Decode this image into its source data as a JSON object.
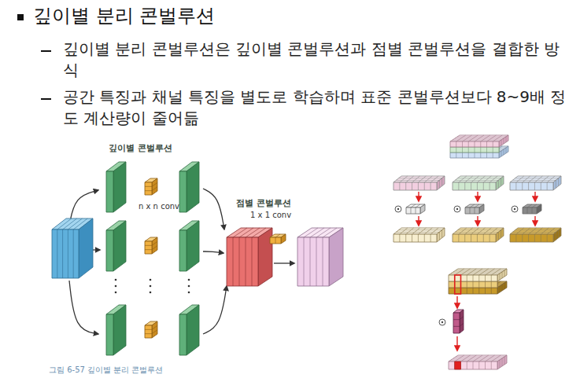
{
  "diagram": {
    "title": "깊이별 분리 콘벌루션",
    "caption": "그림 6-57 깊이별 분리 콘벌루션",
    "labels": [
      "깊이별 분리 콘벌루션은 깊이별 콘벌루션과 점별 콘벌루션을 결합한 방식",
      "공간 특징과 채널 특징을 별도로 학습하며 표준 콘벌루션보다 8~9배 정도 계산량이 줄어듦",
      "깊이별 콘벌루션",
      "n x n conv",
      "점별 콘벌루션",
      "1 x 1 conv"
    ]
  }
}
